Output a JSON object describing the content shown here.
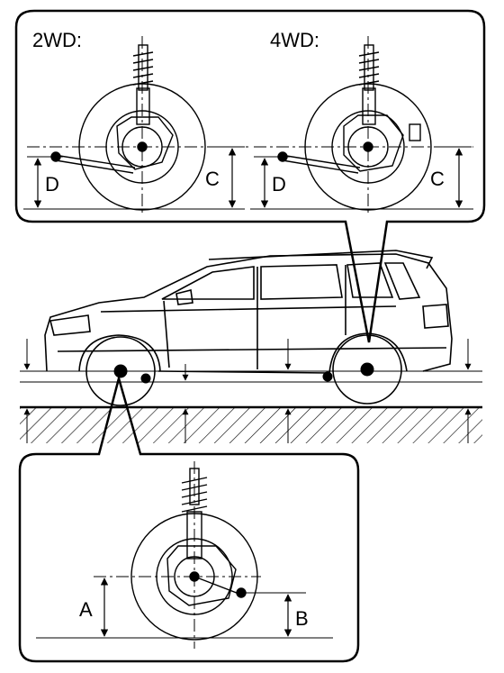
{
  "top_callout": {
    "left_heading": "2WD:",
    "right_heading": "4WD:",
    "left_dims": {
      "height_left": "D",
      "height_right": "C"
    },
    "right_dims": {
      "height_left": "D",
      "height_right": "C"
    }
  },
  "bottom_callout": {
    "dims": {
      "height_left": "A",
      "height_right": "B"
    }
  },
  "colors": {
    "ink": "#000000",
    "paper": "#ffffff"
  }
}
